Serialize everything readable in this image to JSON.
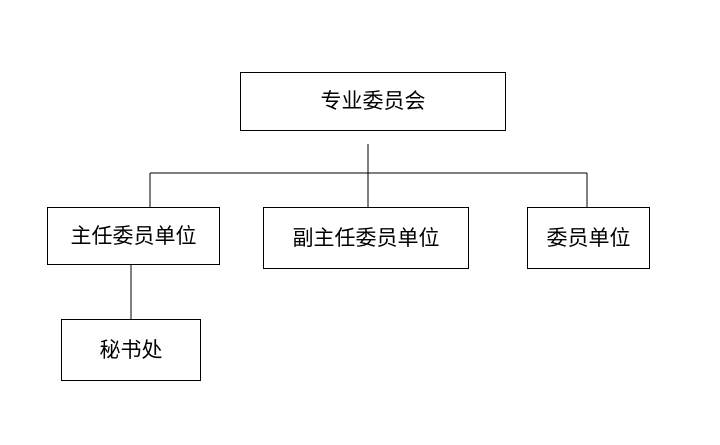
{
  "nodes": {
    "root": {
      "label": "专业委员会"
    },
    "chair_unit": {
      "label": "主任委员单位"
    },
    "vice_chair_unit": {
      "label": "副主任委员单位"
    },
    "member_unit": {
      "label": "委员单位"
    },
    "secretariat": {
      "label": "秘书处"
    }
  },
  "edges": [
    {
      "from": "root",
      "to": "chair_unit"
    },
    {
      "from": "root",
      "to": "vice_chair_unit"
    },
    {
      "from": "root",
      "to": "member_unit"
    },
    {
      "from": "chair_unit",
      "to": "secretariat"
    }
  ],
  "colors": {
    "line": "#000000",
    "text": "#000000",
    "box_fill": "#ffffff"
  }
}
